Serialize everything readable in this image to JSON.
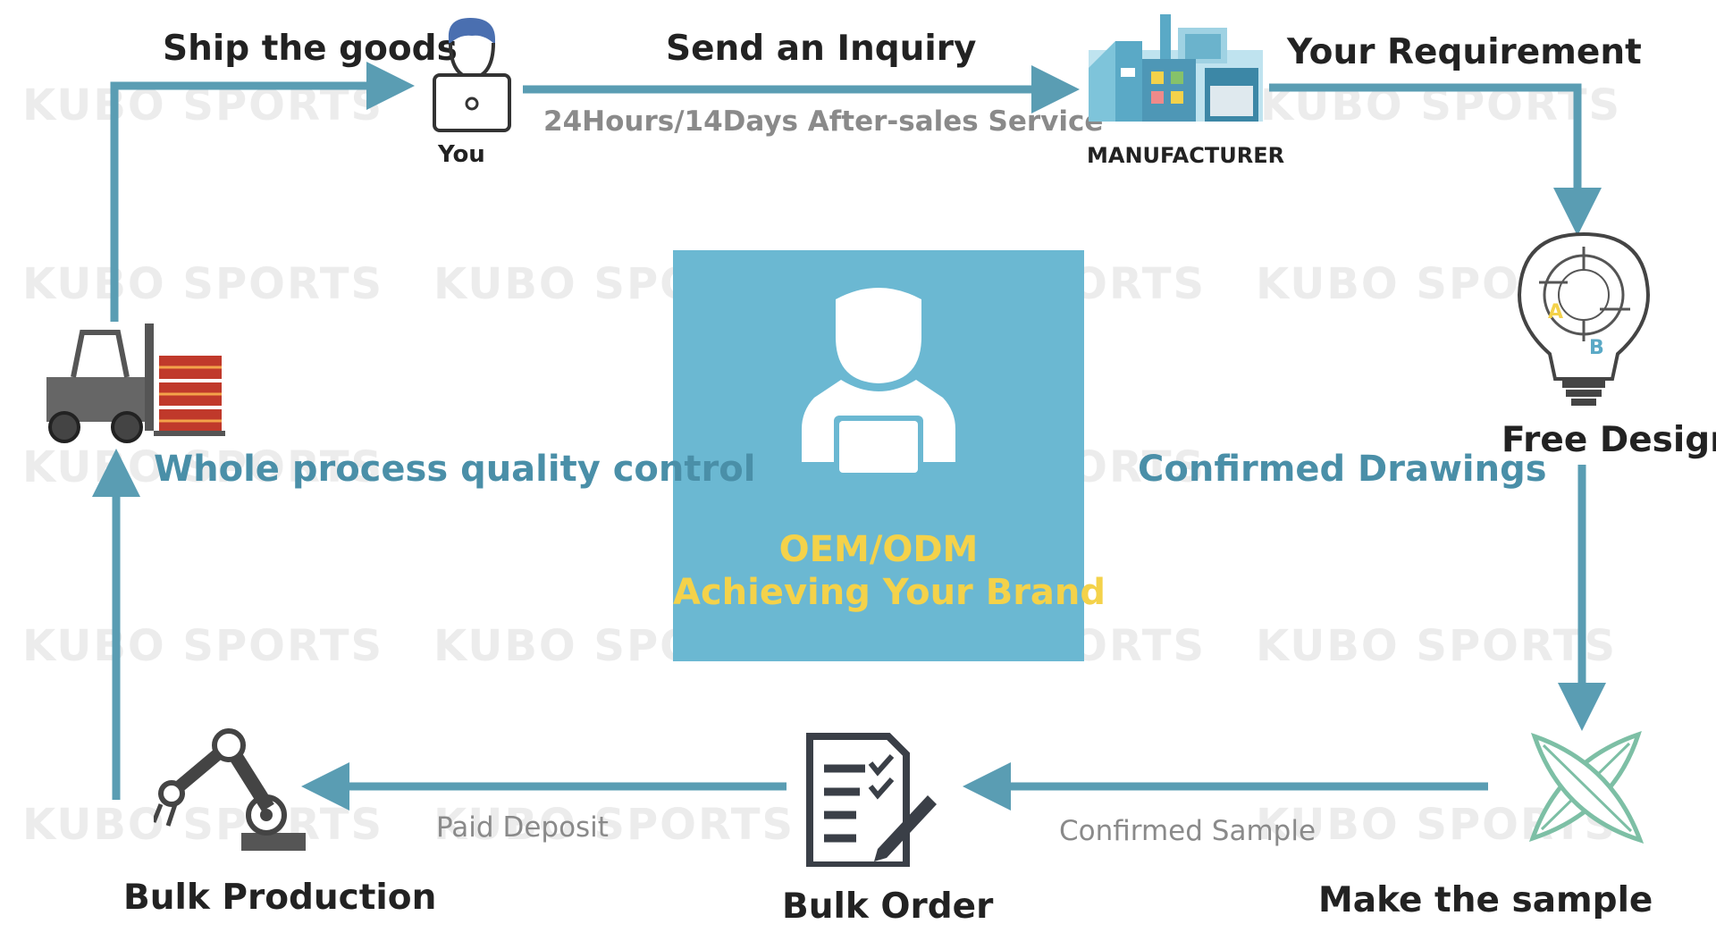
{
  "colors": {
    "arrow": "#5a9db3",
    "center_bg": "#6bb8d2",
    "center_text": "#f4d24a",
    "teal_text": "#4a8fa8",
    "dark_text": "#222222",
    "gray_text": "#8a8a8a"
  },
  "watermark": "KUBO SPORTS",
  "center": {
    "line1": "OEM/ODM",
    "line2": "Achieving Your Brand",
    "icon": "person-laptop-icon"
  },
  "top": {
    "ship_goods": "Ship the goods",
    "send_inquiry": "Send an Inquiry",
    "after_sales": "24Hours/14Days After-sales Service",
    "your_requirement": "Your Requirement",
    "you": "You",
    "manufacturer": "MANUFACTURER"
  },
  "right": {
    "free_design": "Free Design",
    "confirmed_drawings": "Confirmed Drawings",
    "make_sample": "Make the sample"
  },
  "bottom": {
    "confirmed_sample": "Confirmed Sample",
    "bulk_order": "Bulk Order",
    "paid_deposit": "Paid Deposit",
    "bulk_production": "Bulk Production"
  },
  "left": {
    "quality_control": "Whole process quality control"
  },
  "icons": [
    "person-laptop-icon",
    "factory-icon",
    "lightbulb-design-icon",
    "surfboards-icon",
    "checklist-pen-icon",
    "robot-arm-icon",
    "forklift-icon"
  ]
}
